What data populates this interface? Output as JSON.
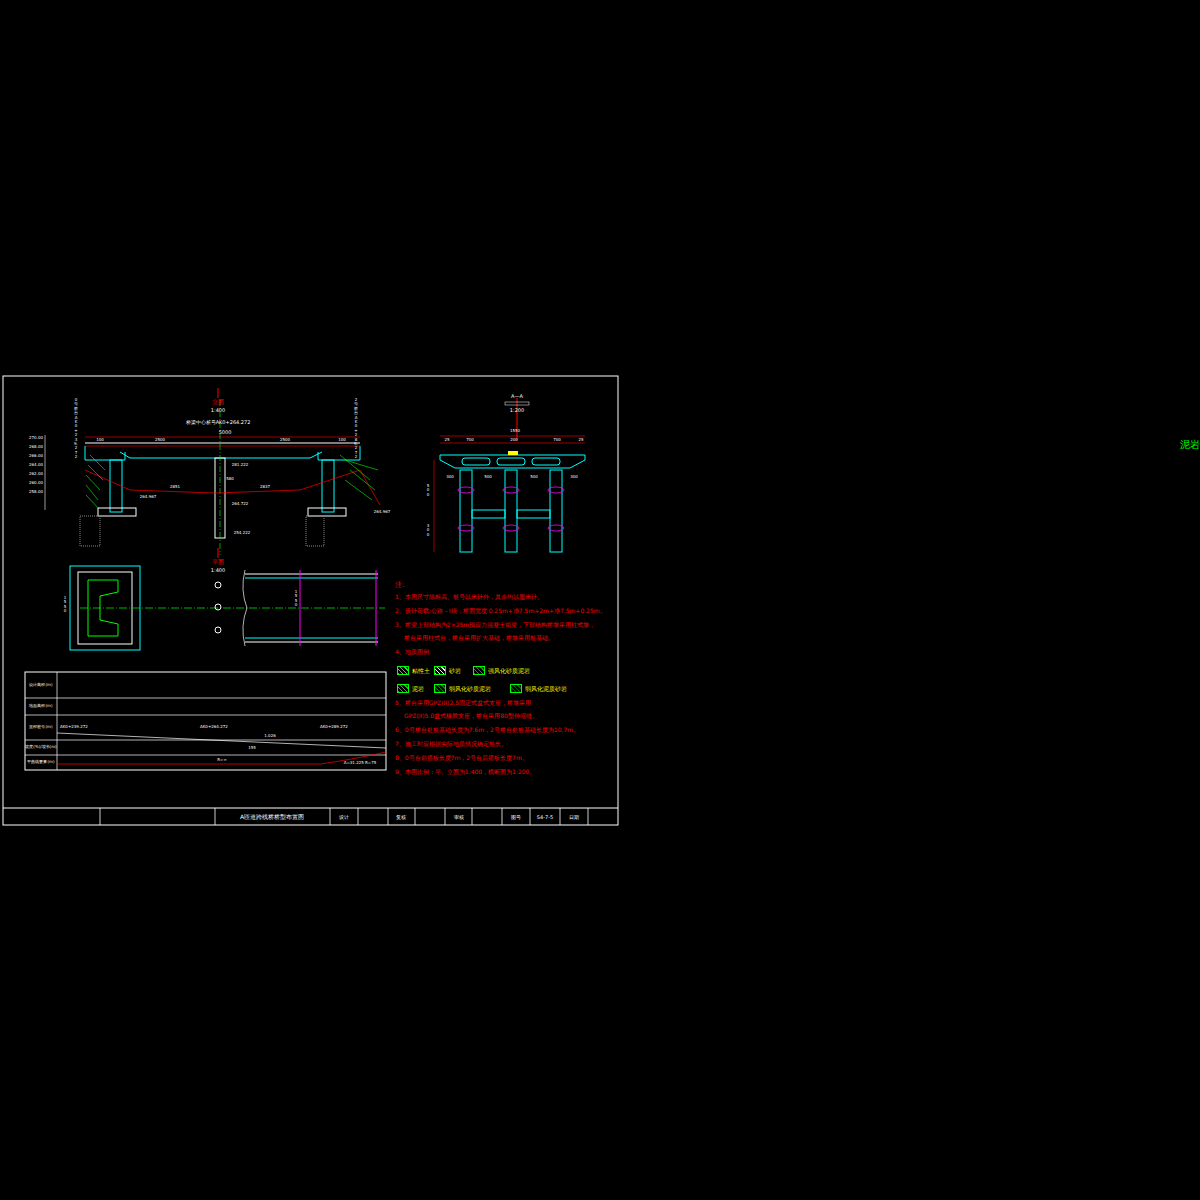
{
  "diagram": {
    "title": "A匝道跨线桥桥型布置图",
    "labels": [
      "立面",
      "1:400",
      "桥梁中心桩号AK0+264.272",
      "5000",
      "100",
      "2500",
      "2500",
      "100",
      "0号桥台 AK0+239.272",
      "2号桥台 AK0+289.272",
      "281.222",
      "580",
      "2851",
      "2837",
      "264.722",
      "254.222",
      "264.967",
      "264.967",
      "270.00",
      "268.00",
      "266.00",
      "264.00",
      "262.00",
      "260.00",
      "258.00",
      "平面",
      "1:400",
      "1550",
      "1550",
      "A—A",
      "1:200",
      "1550",
      "25",
      "700",
      "200",
      "700",
      "25",
      "300",
      "500",
      "500",
      "300",
      "500",
      "300",
      "设计高程(m)",
      "地面高程(m)",
      "里程桩号(m)",
      "坡度(%)/坡长(m)",
      "平曲线要素(m)",
      "AK0+239.272",
      "AK0+264.272",
      "AK0+289.272",
      "1.026",
      "155",
      "R=∞",
      "A=31.225 R=75",
      "泥岩",
      "注:",
      "1、本图尺寸除标高、桩号以米计外，其余均以厘米计。",
      "2、设计荷载:公路－I级，桥面宽度:0.25m+净7.5m+2m+净7.5m+0.25m。",
      "3、桥梁上部结构为2×25m预应力混凝土箱梁，下部结构桥墩采用柱式墩，",
      "桥台采用柱式台，桥台采用扩大基础，桥墩采用桩基础。",
      "4、地质图例:",
      "5、桥台采用GPZ(II)2.5固定式盆式支座，桥墩采用",
      "GPZ(II)5.0盆式橡胶支座，桥台采用80型伸缩缝。",
      "6、0号桥台处桩基础长度为7.6m，2号桥台处桩基础长度为10.7m。",
      "7、施工时应根据实际地质情况确定桩长。",
      "8、0号台前搭板长度7m，2号台后搭板长度7m。",
      "9、本图比例：平、立面为1:400，横断面为1:200。",
      "设计",
      "复核",
      "审核",
      "图号",
      "S4-7-5",
      "日期"
    ],
    "legend": [
      {
        "text": "粘性土",
        "color": "#00ff00"
      },
      {
        "text": "砂岩",
        "color": "#ffffff"
      },
      {
        "text": "强风化砂质泥岩",
        "color": "#00aa00"
      },
      {
        "text": "泥岩",
        "color": "#00cc00"
      },
      {
        "text": "弱风化砂质泥岩",
        "color": "#008800"
      },
      {
        "text": "弱风化泥质砂岩",
        "color": "#006600"
      }
    ]
  }
}
